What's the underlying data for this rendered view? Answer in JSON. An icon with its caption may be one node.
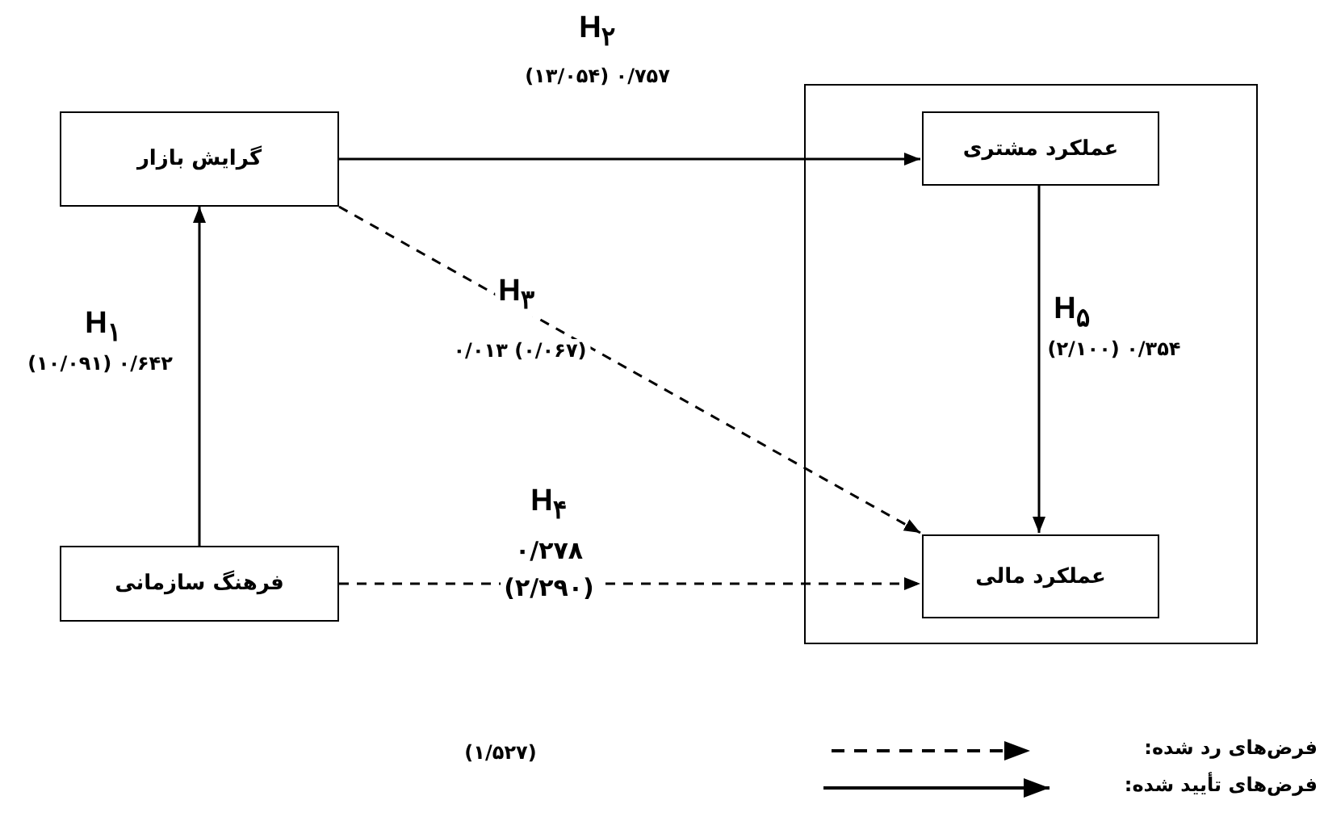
{
  "diagram": {
    "nodes": [
      {
        "text": [
          "گرایش بازار"
        ]
      },
      {
        "text": [],
        "shape": "box"
      },
      {
        "text": [
          "عملکرد مشتری"
        ],
        "in": 1
      },
      {
        "text": [
          "عملکرد مالی"
        ],
        "in": 1
      },
      {
        "text": [
          "فرهنگ سازمانی"
        ]
      }
    ],
    "edges": [
      {
        "from": 0,
        "to": 2,
        "arrow": "to",
        "label": "H$_{۲}$"
      },
      {
        "from": 0,
        "to": 3,
        "arrow": "to",
        "style": "dashed",
        "label": "H$_{۳}$"
      },
      {
        "from": 4,
        "to": 0,
        "arrow": "to",
        "label": "H$_{۱}$"
      },
      {
        "from": 4,
        "to": 3,
        "arrow": "to",
        "style": "dashed",
        "label": "H$_{۴}$"
      },
      {
        "from": 2,
        "to": 3,
        "arrow": "to",
        "label": "H$_{۵}$"
      }
    ],
    "labels": [
      "۰/۷۵۷ (۱۳/۰۵۴)",
      "۰/۶۴۲ (۱۰/۰۹۱)",
      "(۰/۰۶۷) ۰/۰۱۳",
      "۰/۳۵۴ (۲/۱۰۰)",
      "۰/۲۷۸",
      "(۲/۲۹۰)",
      "(۱/۵۲۷)"
    ],
    "legend": [
      {
        "text": "فرض‌های رد شده:"
      },
      {
        "text": "فرض‌های تأیید شده:"
      }
    ]
  }
}
